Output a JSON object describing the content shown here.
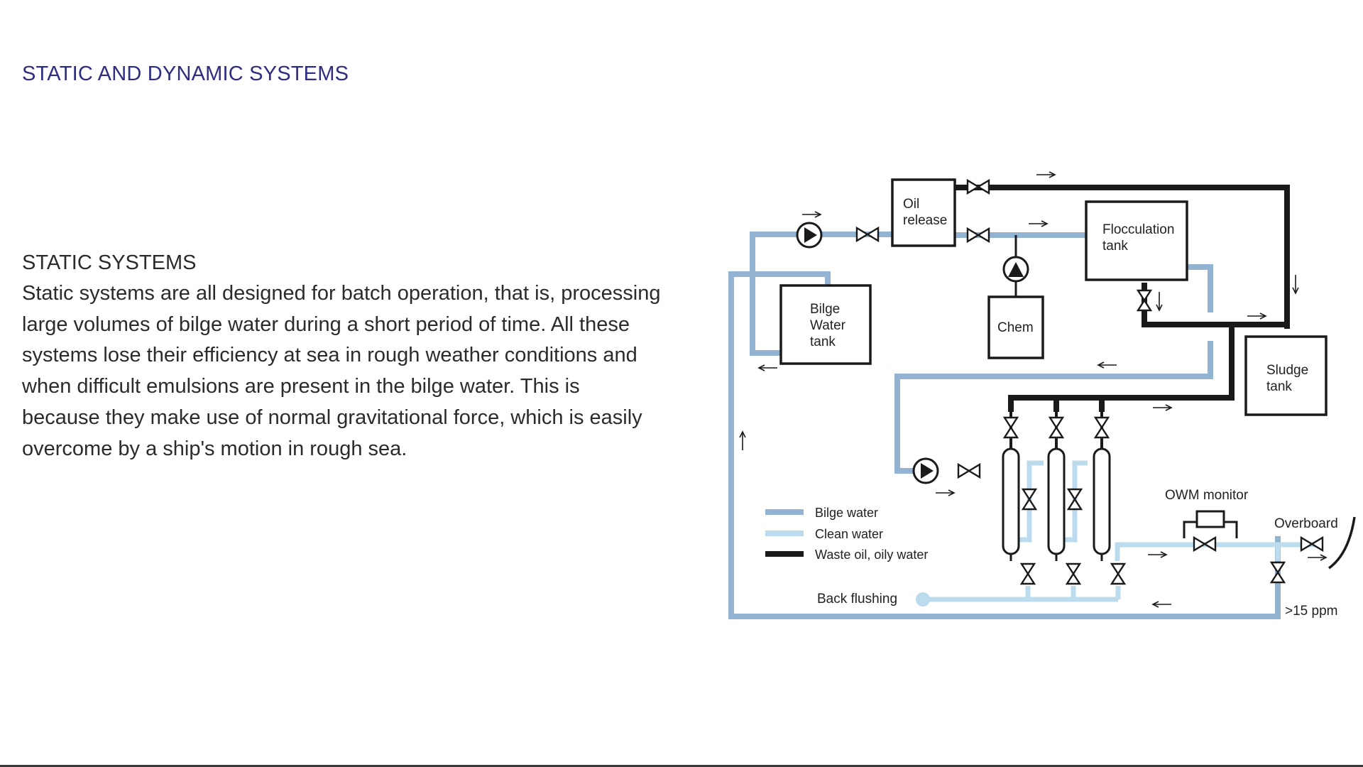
{
  "page": {
    "title": "STATIC AND DYNAMIC SYSTEMS",
    "section_heading": "STATIC SYSTEMS",
    "section_body": "Static systems are all designed for batch operation, that is, processing large volumes of bilge water during a short period of time. All these systems lose their efficiency at sea in rough weather conditions and when difficult emulsions are present in the bilge water. This is because they make use of normal gravitational force, which is easily overcome by a ship's motion in rough sea."
  },
  "diagram": {
    "colors": {
      "bilge_water": "#92b3d2",
      "clean_water": "#bcdcee",
      "waste_oil": "#1a1a1a",
      "title": "#2e2d82"
    },
    "tanks": {
      "oil_release": [
        "Oil",
        "release"
      ],
      "flocculation": [
        "Flocculation",
        "tank"
      ],
      "bilge_water": [
        "Bilge",
        "Water",
        "tank"
      ],
      "chem": "Chem",
      "sludge": [
        "Sludge",
        "tank"
      ]
    },
    "labels": {
      "owm_monitor": "OWM monitor",
      "overboard": "Overboard",
      "back_flushing": "Back flushing",
      "ppm": ">15 ppm"
    },
    "legend": [
      {
        "label": "Bilge water",
        "color": "#92b3d2"
      },
      {
        "label": "Clean water",
        "color": "#bcdcee"
      },
      {
        "label": "Waste oil, oily water",
        "color": "#1a1a1a"
      }
    ],
    "icons": [
      "pump-icon",
      "valve-icon",
      "flow-arrow-icon"
    ]
  }
}
